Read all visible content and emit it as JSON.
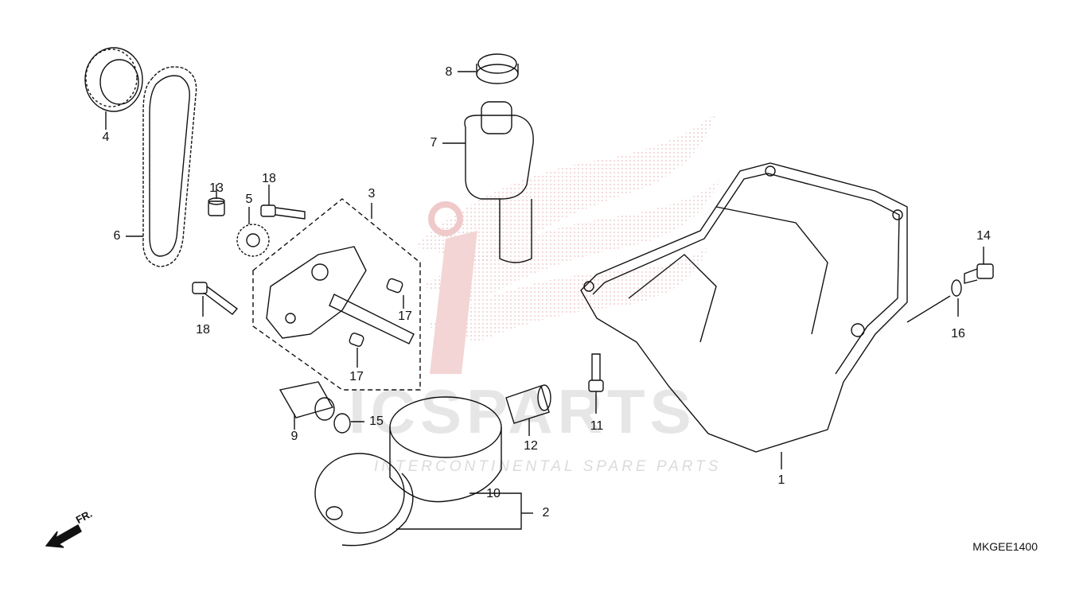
{
  "diagram": {
    "code": "MKGEE1400",
    "front_label": "FR.",
    "watermark": {
      "brand": "ICSPARTS",
      "tagline": "INTERCONTINENTAL SPARE PARTS"
    },
    "callouts": [
      {
        "id": "c1",
        "label": "1"
      },
      {
        "id": "c2",
        "label": "2"
      },
      {
        "id": "c3",
        "label": "3"
      },
      {
        "id": "c4",
        "label": "4"
      },
      {
        "id": "c5",
        "label": "5"
      },
      {
        "id": "c6",
        "label": "6"
      },
      {
        "id": "c7",
        "label": "7"
      },
      {
        "id": "c8",
        "label": "8"
      },
      {
        "id": "c9",
        "label": "9"
      },
      {
        "id": "c10",
        "label": "10"
      },
      {
        "id": "c11",
        "label": "11"
      },
      {
        "id": "c12",
        "label": "12"
      },
      {
        "id": "c13",
        "label": "13"
      },
      {
        "id": "c14",
        "label": "14"
      },
      {
        "id": "c15",
        "label": "15"
      },
      {
        "id": "c16",
        "label": "16"
      },
      {
        "id": "c17a",
        "label": "17"
      },
      {
        "id": "c17b",
        "label": "17"
      },
      {
        "id": "c18a",
        "label": "18"
      },
      {
        "id": "c18b",
        "label": "18"
      }
    ]
  },
  "colors": {
    "line": "#111111",
    "watermark_red": "#e8a0a0",
    "watermark_grey": "#c8c8c8"
  }
}
